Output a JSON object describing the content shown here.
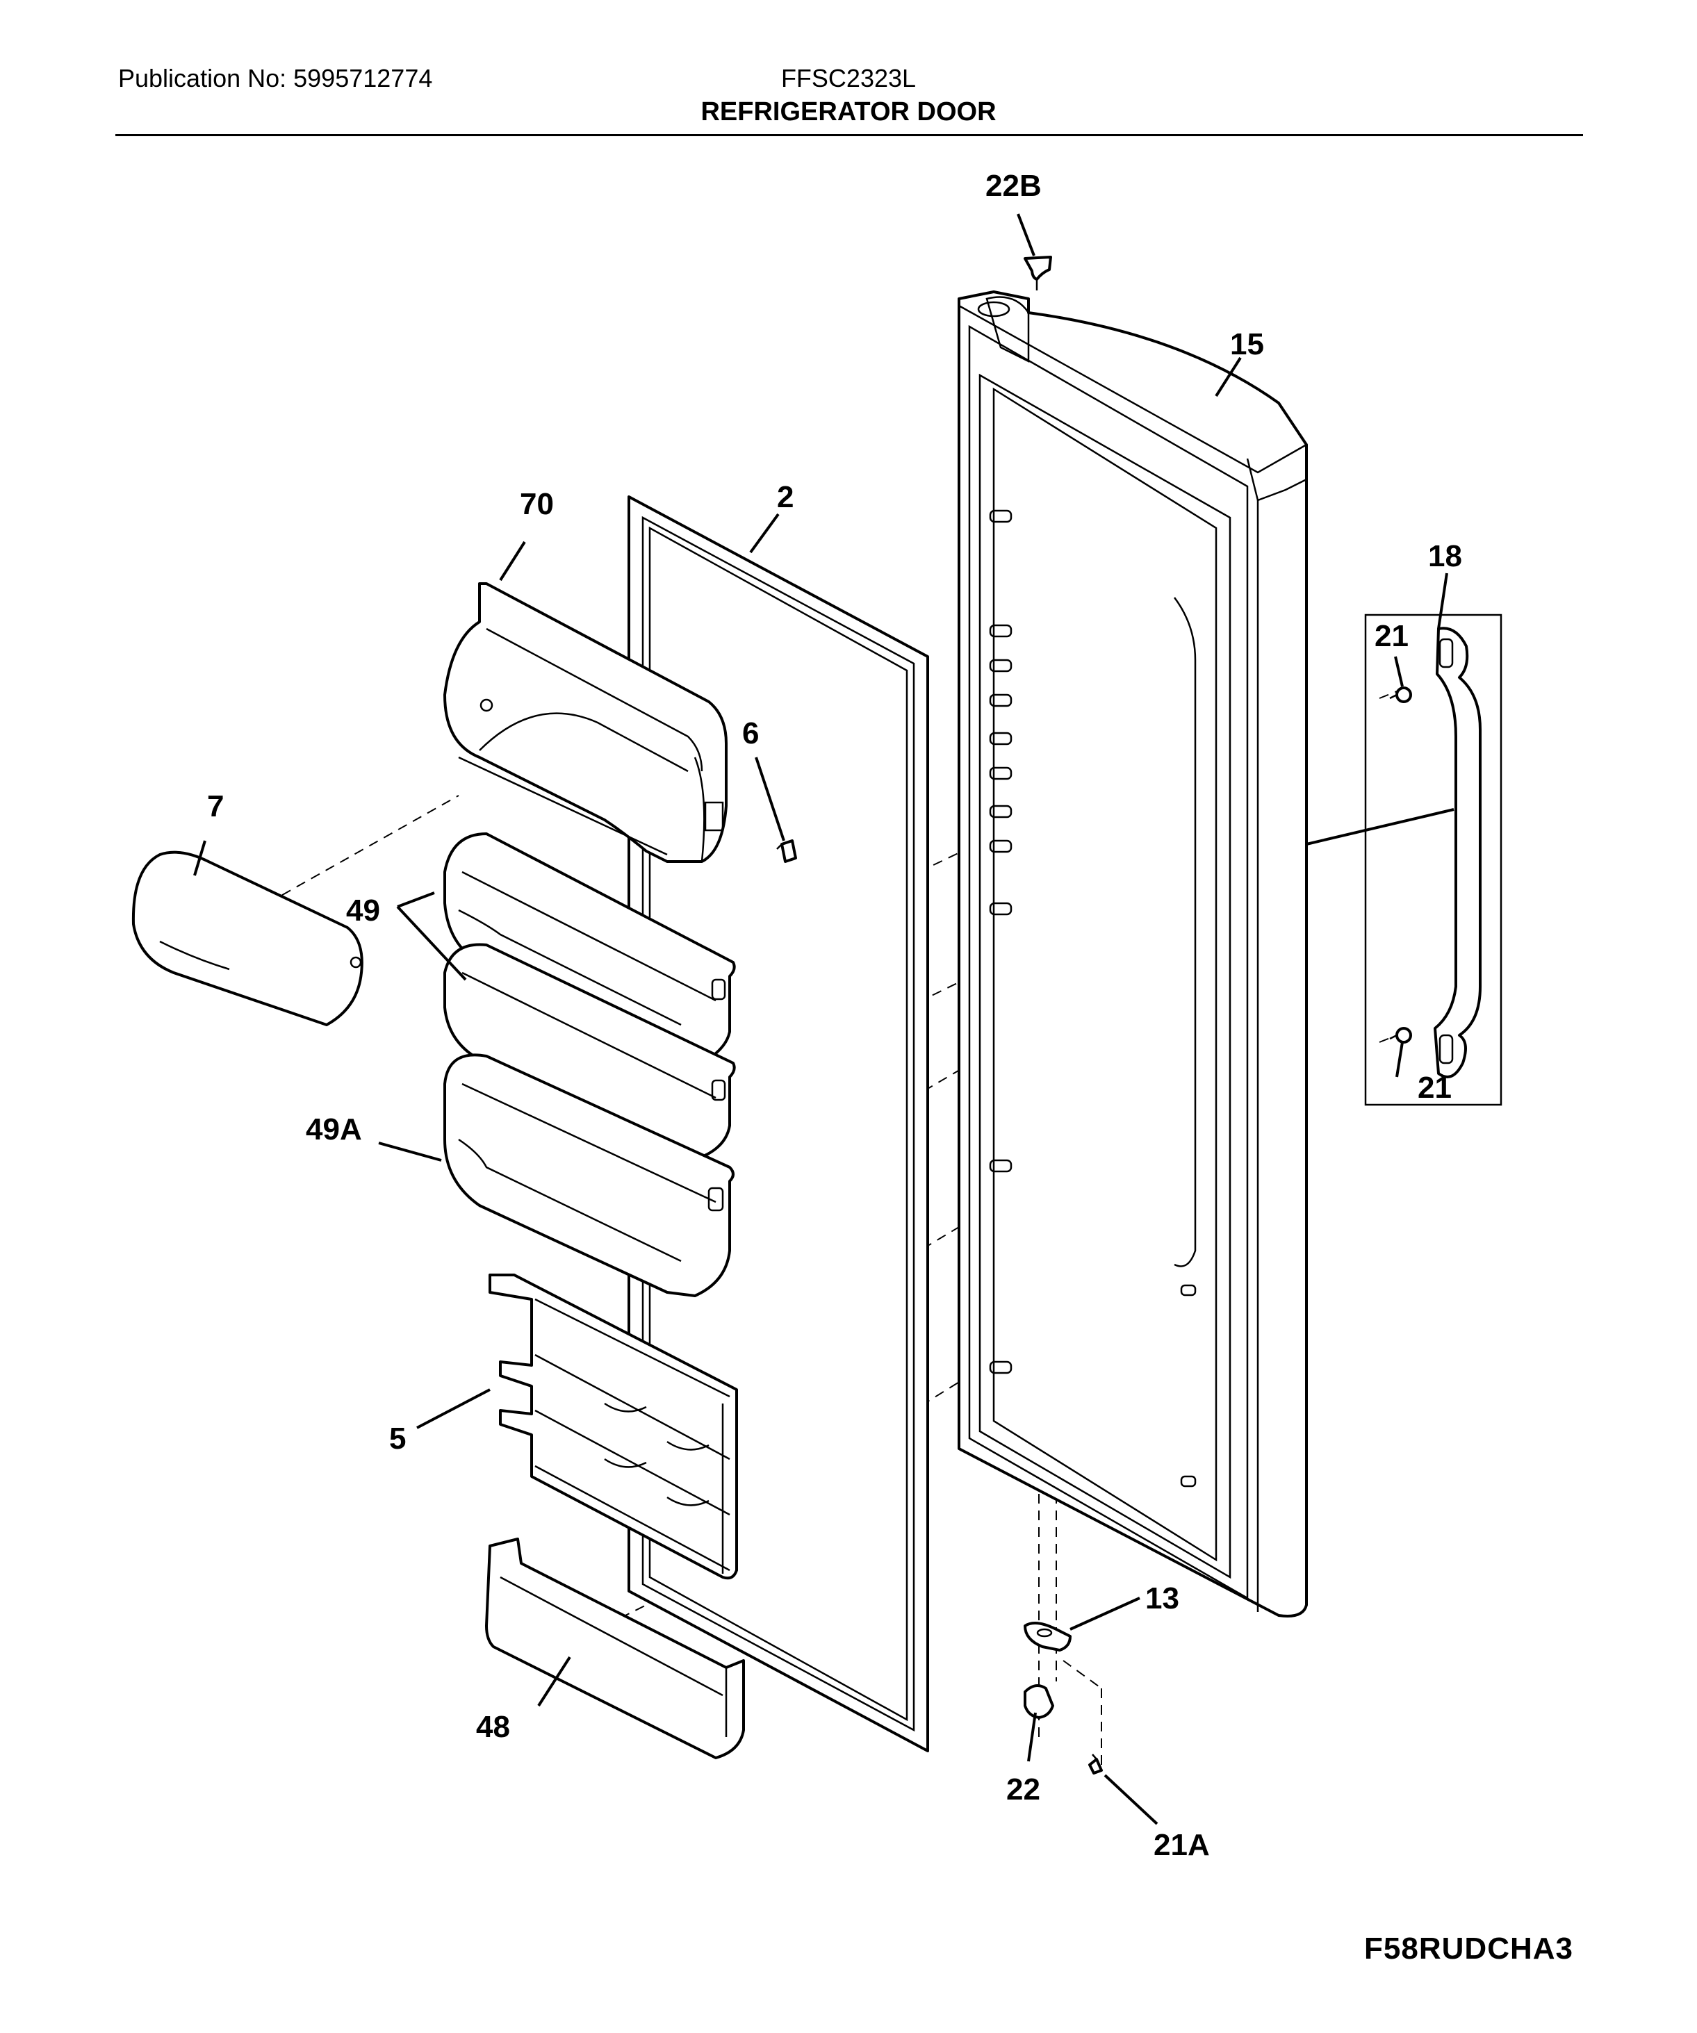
{
  "header": {
    "publication": "Publication No: 5995712774",
    "model": "FFSC2323L",
    "title": "REFRIGERATOR DOOR"
  },
  "footer": {
    "code": "F58RUDCHA3"
  },
  "callouts": {
    "c22B": "22B",
    "c15": "15",
    "c70": "70",
    "c2": "2",
    "c18": "18",
    "c21_top": "21",
    "c21_bottom": "21",
    "c6": "6",
    "c7": "7",
    "c49": "49",
    "c49A": "49A",
    "c5": "5",
    "c13": "13",
    "c48": "48",
    "c22": "22",
    "c21A": "21A"
  }
}
